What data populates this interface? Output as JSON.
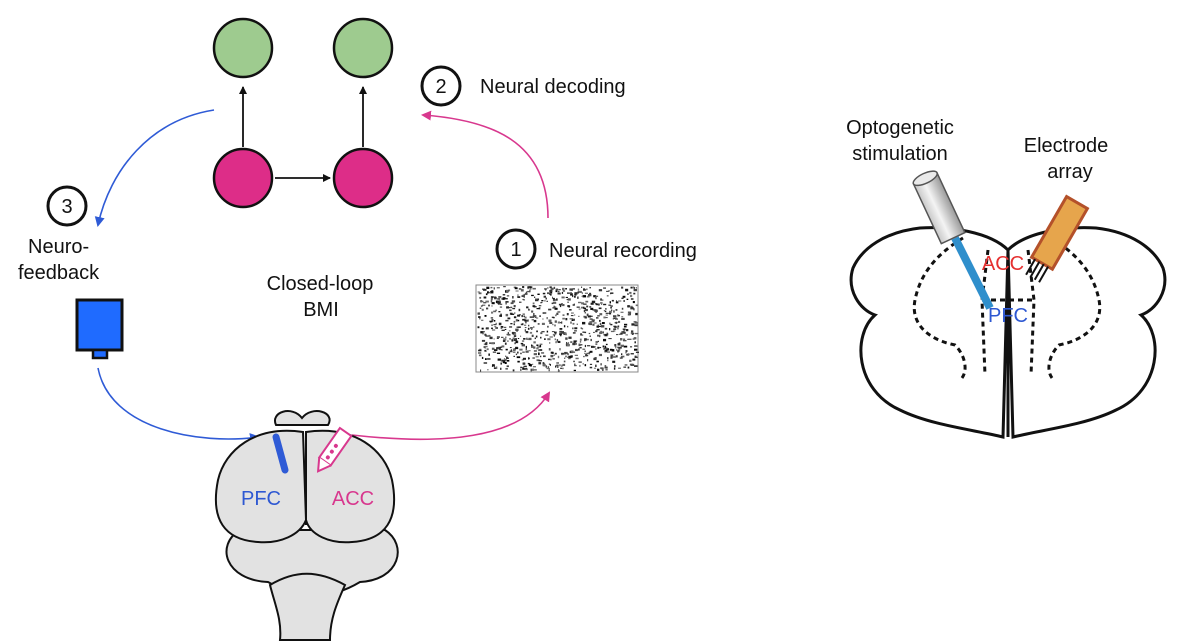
{
  "left_panel": {
    "center_label_line1": "Closed-loop",
    "center_label_line2": "BMI",
    "steps": [
      {
        "number": "1",
        "label": "Neural recording"
      },
      {
        "number": "2",
        "label": "Neural decoding"
      },
      {
        "number": "3",
        "label_line1": "Neuro-",
        "label_line2": "feedback"
      }
    ],
    "brain_regions": {
      "pfc": "PFC",
      "acc": "ACC"
    }
  },
  "right_panel": {
    "optogenetic_line1": "Optogenetic",
    "optogenetic_line2": "stimulation",
    "electrode_line1": "Electrode",
    "electrode_line2": "array",
    "acc": "ACC",
    "pfc": "PFC"
  },
  "colors": {
    "green_node": "#9ecb8f",
    "magenta_node": "#dd2d88",
    "blue_arrow": "#2f5bd6",
    "magenta_arrow": "#d8388e",
    "monitor_blue": "#1f6bff",
    "acc_red": "#e53030",
    "pfc_blue": "#2e58d2",
    "fiber_blue": "#2f8fcc",
    "electrode_orange": "#e6a54c"
  },
  "icons": [
    "monitor-icon",
    "raster-plot-icon",
    "brain-top-view-icon",
    "coronal-section-icon",
    "optic-fiber-icon",
    "electrode-array-icon"
  ]
}
